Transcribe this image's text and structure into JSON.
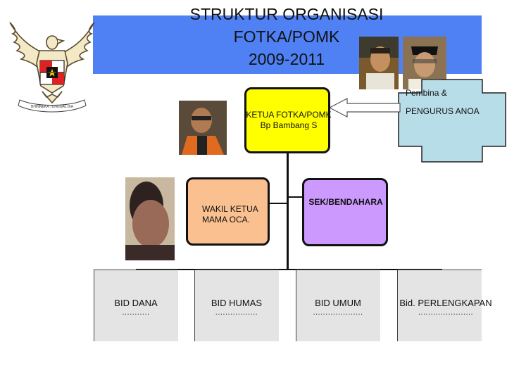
{
  "header": {
    "title": "STRUKTUR ORGANISASI\nFOTKA/POMK\n2009-2011",
    "band_color": "#4f81f5"
  },
  "emblem": {
    "name": "garuda-emblem",
    "ribbon_text": "BHINNEKA TUNGGAL IKA"
  },
  "pembina": {
    "label": "Pembina &",
    "title": "PENGURUS ANOA",
    "color": "#b7dde8"
  },
  "ketua": {
    "label": "KETUA FOTKA/POMK",
    "name": "Bp Bambang S",
    "color": "#ffff00"
  },
  "wakil": {
    "label": "WAKIL KETUA",
    "name": "MAMA OCA.",
    "color": "#fac090"
  },
  "sekretaris": {
    "label": "SEK/BENDAHARA",
    "color": "#cc99ff"
  },
  "departments": [
    {
      "label": "BID DANA",
      "dots": "..........."
    },
    {
      "label": "BID HUMAS",
      "dots": "................."
    },
    {
      "label": "BID UMUM",
      "dots": "...................."
    },
    {
      "label": "Bid. PERLENGKAPAN",
      "dots": "......................"
    }
  ]
}
